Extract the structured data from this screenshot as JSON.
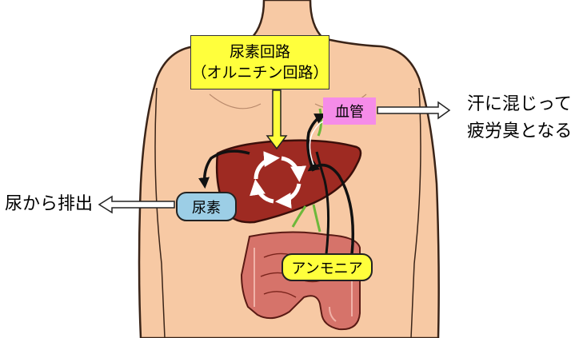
{
  "labels": {
    "urea_cycle_line1": "尿素回路",
    "urea_cycle_line2": "（オルニチン回路）",
    "blood_vessel": "血管",
    "sweat_line1": "汗に混じって",
    "sweat_line2": "疲労臭となる",
    "urea": "尿素",
    "urine_excretion": "尿から排出",
    "ammonia": "アンモニア"
  },
  "colors": {
    "skin": "#f7c9a4",
    "skin_outline": "#3a2418",
    "liver": "#9e2a22",
    "intestine": "#d6736a",
    "yellow": "#ffff3c",
    "light_blue": "#9ccee6",
    "pink": "#f58ce8"
  }
}
